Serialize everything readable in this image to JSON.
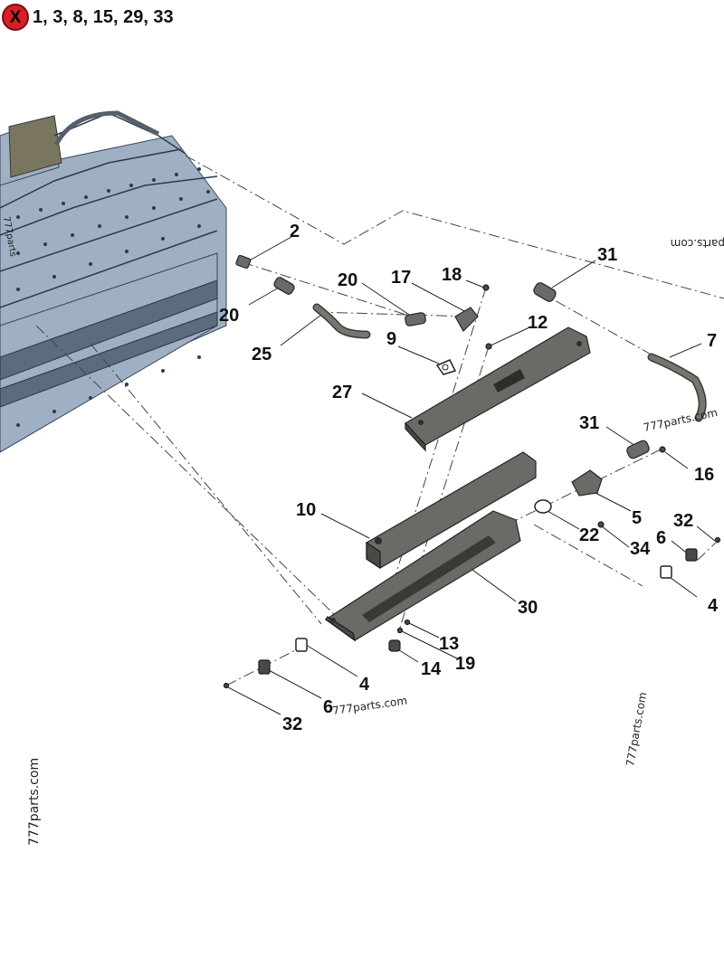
{
  "header": {
    "icon": "x-circle-icon",
    "icon_glyph": "X",
    "excluded_parts": "1, 3, 8, 15, 29, 33",
    "icon_color": "#d61f26"
  },
  "callouts": {
    "c2": "2",
    "c20a": "20",
    "c20b": "20",
    "c25": "25",
    "c17": "17",
    "c18": "18",
    "c9": "9",
    "c12": "12",
    "c27": "27",
    "c31a": "31",
    "c7": "7",
    "c31b": "31",
    "c16": "16",
    "c5": "5",
    "c22": "22",
    "c34": "34",
    "c10": "10",
    "c32a": "32",
    "c6a": "6",
    "c4a": "4",
    "c30": "30",
    "c13": "13",
    "c14": "14",
    "c19": "19",
    "c4b": "4",
    "c6b": "6",
    "c32b": "32"
  },
  "watermarks": {
    "w1": "parts.com",
    "w2": "777parts.com",
    "w3": "777parts.com",
    "w4": "777parts.com",
    "w5": "777parts.com",
    "w6": "777parts"
  },
  "colors": {
    "engine": "#9fb0c5",
    "parts": "#6b6a66"
  }
}
